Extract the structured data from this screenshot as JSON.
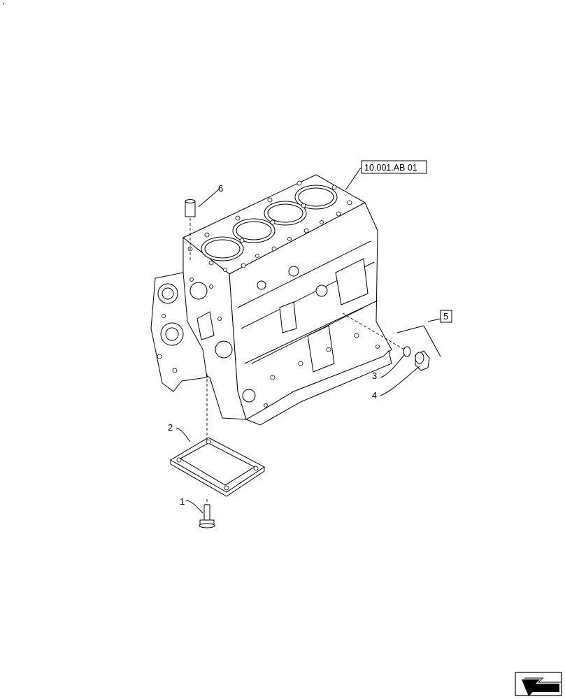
{
  "reference_box": "10.001.AB 01",
  "group_box": "5",
  "callouts": [
    {
      "id": "c1",
      "text": "1"
    },
    {
      "id": "c2",
      "text": "2"
    },
    {
      "id": "c3",
      "text": "3"
    },
    {
      "id": "c4",
      "text": "4"
    },
    {
      "id": "c6",
      "text": "6"
    }
  ],
  "icons": {
    "navigation": "arrow-icon"
  }
}
